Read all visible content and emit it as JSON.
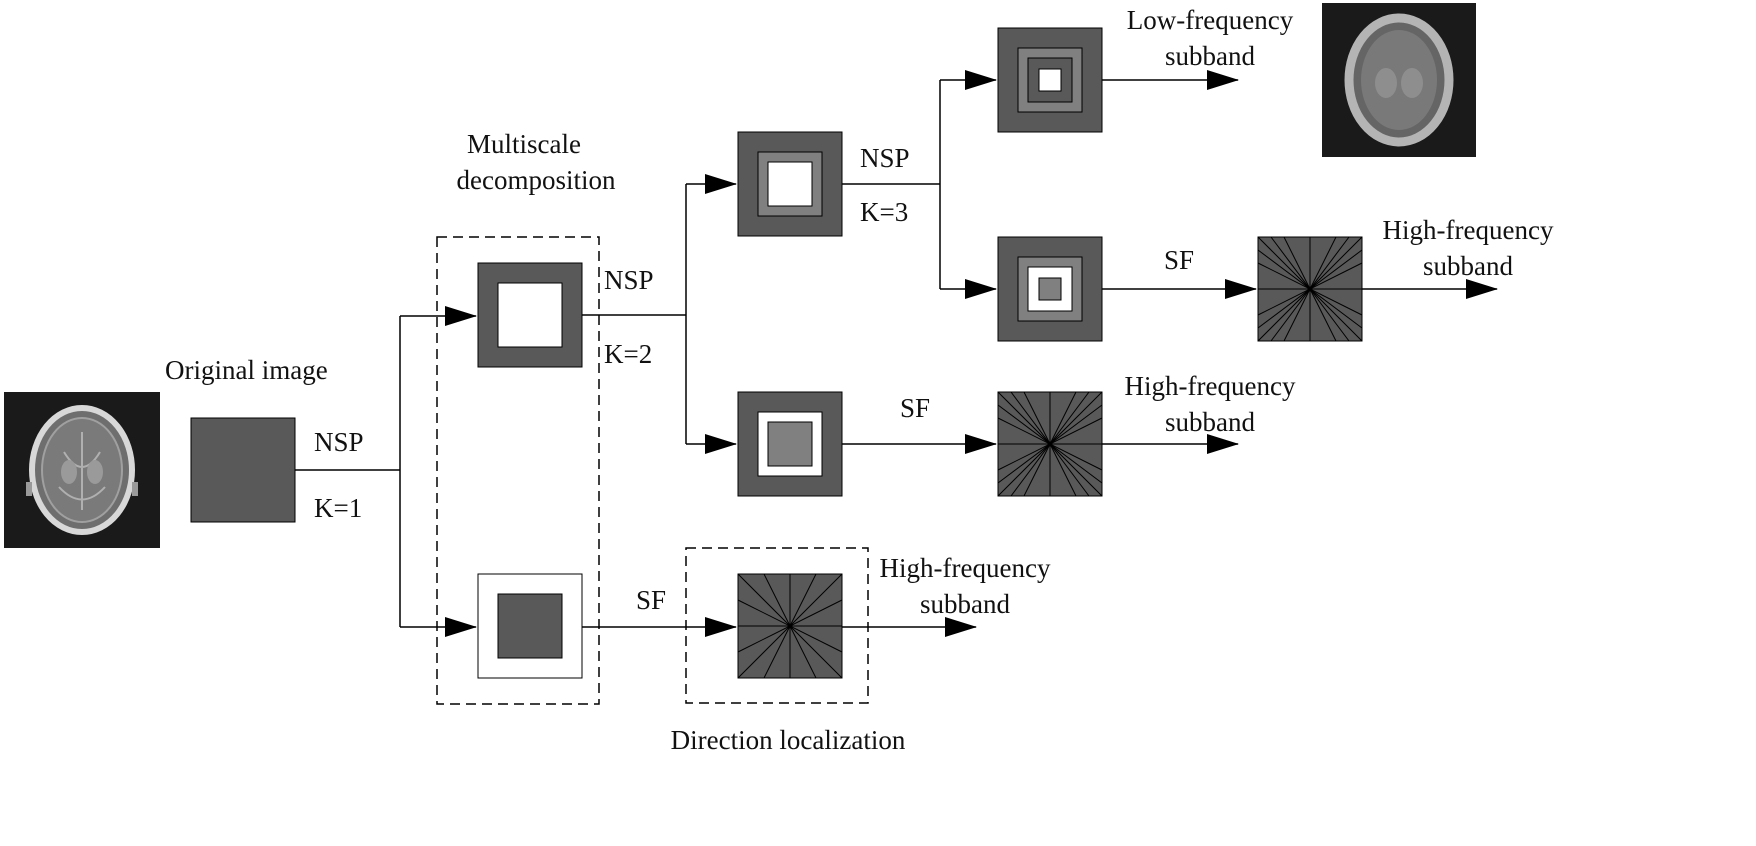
{
  "colors": {
    "dark_fill": "#595959",
    "mid_fill": "#808080",
    "white": "#ffffff",
    "line": "#000000",
    "photo_bg": "#1a1a1a"
  },
  "labels": {
    "original_image": "Original image",
    "nsp": "NSP",
    "k1": "K=1",
    "k2": "K=2",
    "k3": "K=3",
    "sf": "SF",
    "multiscale": [
      "Multiscale",
      "decomposition"
    ],
    "direction_localization": "Direction localization",
    "low_frequency": [
      "Low-frequency",
      "subband"
    ],
    "high_frequency": [
      "High-frequency",
      "subband"
    ]
  },
  "images": {
    "input": "brain-mri-axial-slice",
    "output": "brain-mri-lowpass-blurred"
  }
}
